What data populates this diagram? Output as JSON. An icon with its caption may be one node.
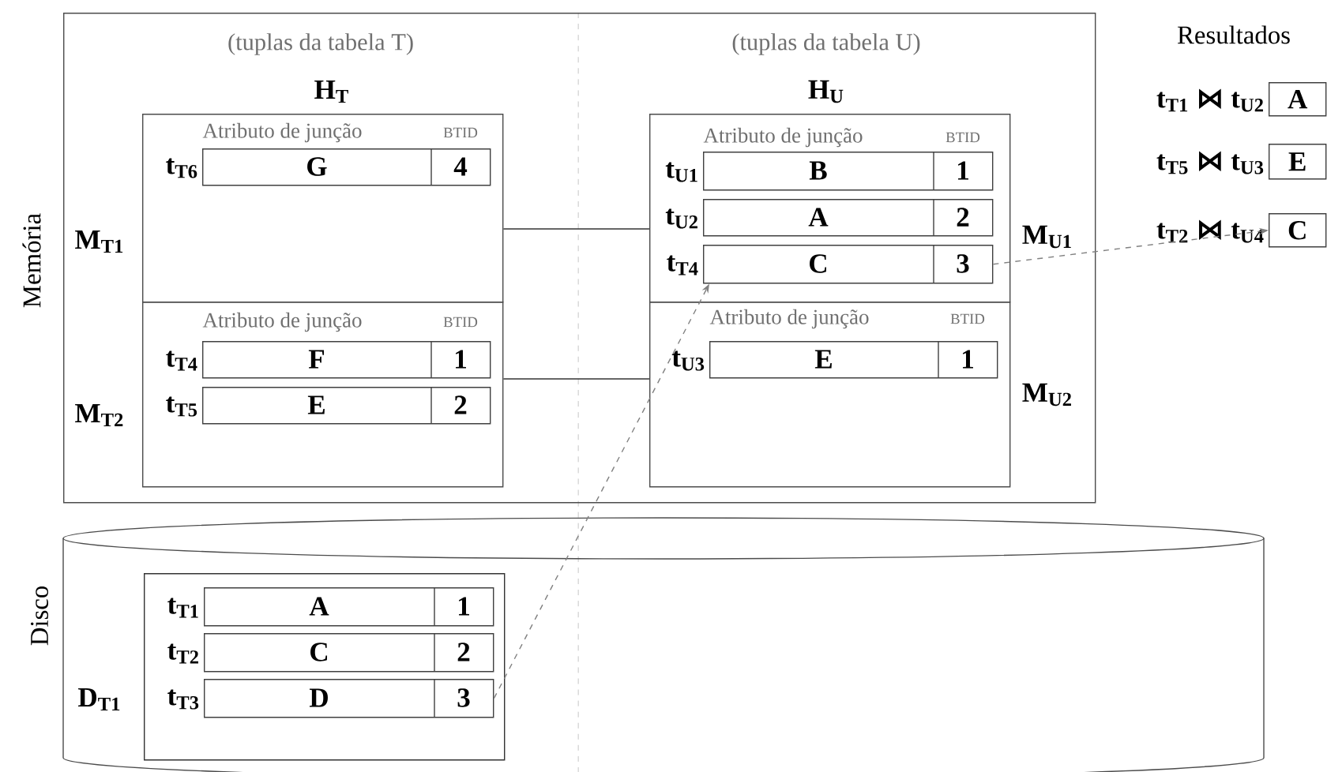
{
  "diagram": {
    "nodes": [
      {
        "text": [
          "Memória"
        ]
      },
      {
        "text": [
          "M$_{T1}$",
          "Atributo de junção",
          "BTID"
        ],
        "in": 0
      },
      {
        "text": [
          "G",
          "4"
        ],
        "beside": [
          "t$_{T6}$"
        ],
        "in": 1
      },
      {
        "text": [
          "M$_{T2}$",
          "Atributo de junção",
          "BTID"
        ],
        "in": 0
      },
      {
        "text": [
          "F",
          "1"
        ],
        "beside": [
          "t$_{T4}$"
        ],
        "in": 3
      },
      {
        "text": [
          "E",
          "2"
        ],
        "beside": [
          "t$_{T5}$"
        ],
        "in": 3
      },
      {
        "text": [
          "M$_{U1}$",
          "Atributo de junção",
          "BTID"
        ],
        "in": 0
      },
      {
        "text": [
          "B",
          "1"
        ],
        "beside": [
          "t$_{U1}$"
        ],
        "in": 6
      },
      {
        "text": [
          "A",
          "2"
        ],
        "beside": [
          "t$_{U2}$"
        ],
        "in": 6
      },
      {
        "text": [
          "C",
          "3"
        ],
        "beside": [
          "t$_{T4}$"
        ],
        "in": 6
      },
      {
        "text": [
          "M$_{U2}$",
          "Atributo de junção",
          "BTID"
        ],
        "in": 0
      },
      {
        "text": [
          "E",
          "1"
        ],
        "beside": [
          "t$_{U3}$"
        ],
        "in": 10
      },
      {
        "text": [
          "A"
        ],
        "beside": [
          "t$_{T1}$ ⋈ t$_{U2}$"
        ]
      },
      {
        "text": [
          "E"
        ],
        "beside": [
          "t$_{T5}$ ⋈ t$_{U3}$"
        ]
      },
      {
        "text": [
          "C"
        ],
        "beside": [
          "t$_{T2}$ ⋈ t$_{U4}$"
        ]
      },
      {
        "text": [
          "Disco"
        ]
      },
      {
        "text": [
          "D$_{T1}$"
        ],
        "in": 15
      },
      {
        "text": [
          "A",
          "1"
        ],
        "beside": [
          "t$_{T1}$"
        ],
        "in": 16
      },
      {
        "text": [
          "C",
          "2"
        ],
        "beside": [
          "t$_{T2}$"
        ],
        "in": 16
      },
      {
        "text": [
          "D",
          "3"
        ],
        "beside": [
          "t$_{T3}$"
        ],
        "in": 16
      }
    ],
    "edges": [
      {
        "from": 1,
        "to": 6,
        "arrow": "none"
      },
      {
        "from": 3,
        "to": 10,
        "arrow": "none"
      },
      {
        "from": 19,
        "to": 9,
        "arrow": "to",
        "style": "dashed",
        "color": "#808080"
      },
      {
        "from": 9,
        "to": 14,
        "arrow": "to",
        "style": "dashed",
        "color": "#808080"
      }
    ],
    "labels": [
      "(tuplas da tabela T)",
      "H$_{T}$",
      "(tuplas da tabela U)",
      "H$_{U}$",
      "Resultados"
    ]
  }
}
